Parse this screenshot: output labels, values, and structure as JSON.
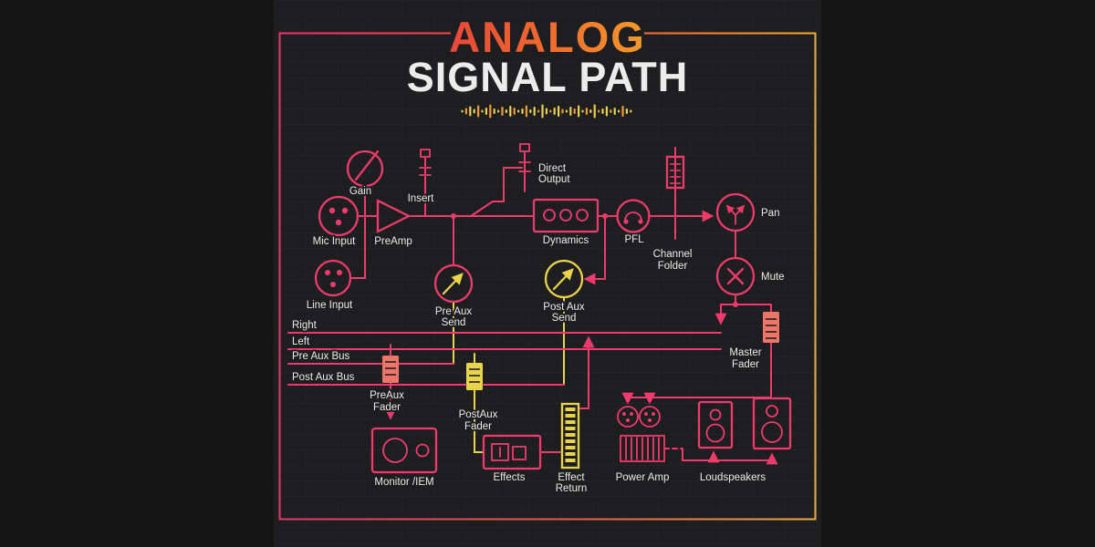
{
  "header": {
    "title_line1": "ANALOG",
    "title_line2": "SIGNAL PATH"
  },
  "colors": {
    "pink": "#ED3B6C",
    "yellow": "#E8D44C",
    "orange": "#F29B2E",
    "coral": "#EF756B",
    "text": "#EAEAEA",
    "panel": "#1E1E21",
    "background": "#141414",
    "title_gradient_start": "#E8483A",
    "title_gradient_end": "#F39A2B",
    "border_gradient_start": "#E8356D",
    "border_gradient_end": "#F2A93B"
  },
  "waveform": {
    "heights": [
      3,
      7,
      11,
      5,
      13,
      3,
      8,
      15,
      6,
      3,
      10,
      4,
      12,
      8,
      3,
      6,
      13,
      4,
      10,
      3,
      15,
      7,
      3,
      8,
      12,
      5,
      3,
      10,
      6,
      13,
      3,
      8,
      4,
      15,
      3,
      6,
      11,
      4,
      8,
      3,
      12,
      6,
      3
    ]
  },
  "effect_return_meter": {
    "segments": 9
  },
  "nodes": {
    "gain": "Gain",
    "mic_input": "Mic Input",
    "line_input": "Line Input",
    "preamp": "PreAmp",
    "insert": "Insert",
    "direct_output_line1": "Direct",
    "direct_output_line2": "Output",
    "dynamics": "Dynamics",
    "pfl": "PFL",
    "channel_fader_line1": "Channel",
    "channel_fader_line2": "Folder",
    "pan": "Pan",
    "mute": "Mute",
    "pre_aux_send_line1": "Pre Aux",
    "pre_aux_send_line2": "Send",
    "post_aux_send_line1": "Post Aux",
    "post_aux_send_line2": "Send",
    "master_fader_line1": "Master",
    "master_fader_line2": "Fader",
    "preaux_fader_line1": "PreAux",
    "preaux_fader_line2": "Fader",
    "postaux_fader_line1": "PostAux",
    "postaux_fader_line2": "Fader",
    "monitor_iem": "Monitor /IEM",
    "effects": "Effects",
    "effect_return_line1": "Effect",
    "effect_return_line2": "Return",
    "power_amp": "Power Amp",
    "loudspeakers": "Loudspeakers"
  },
  "buses": {
    "right": "Right",
    "left": "Left",
    "pre_aux_bus": "Pre Aux Bus",
    "post_aux_bus": "Post Aux Bus"
  }
}
